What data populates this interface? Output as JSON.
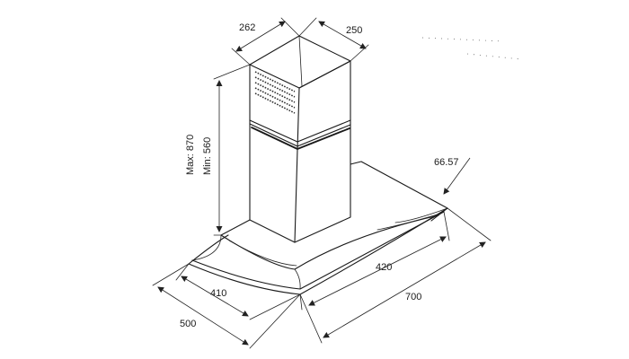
{
  "dimensions": {
    "chimney_width": "262",
    "chimney_depth": "250",
    "height_max": "Max: 870",
    "height_min": "Min: 560",
    "glass_angle": "66.57",
    "canopy_front_depth": "420",
    "canopy_width": "700",
    "base_depth": "410",
    "base_overall_depth": "500"
  }
}
